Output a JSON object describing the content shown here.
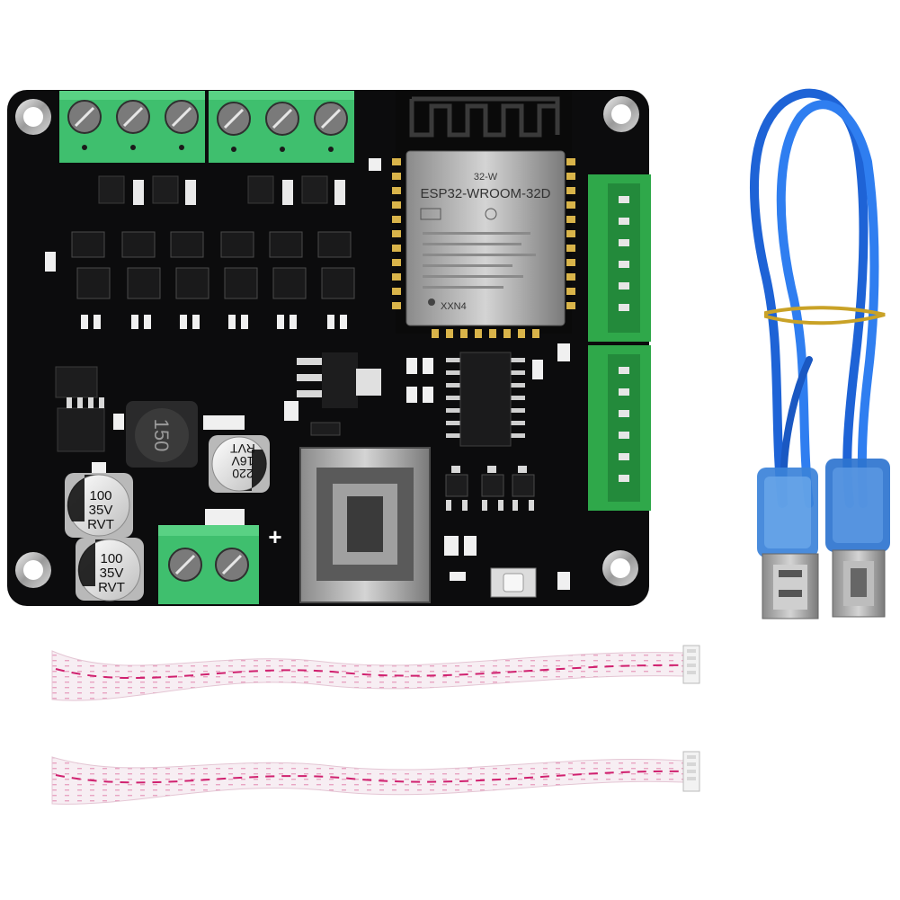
{
  "module": {
    "line1": "32-W",
    "line2": "ESP32-WROOM-32D",
    "tag": "XXN4"
  },
  "capacitors": [
    {
      "value": "100",
      "voltage": "35V",
      "brand": "RVT"
    },
    {
      "value": "100",
      "voltage": "35V",
      "brand": "RVT"
    },
    {
      "value": "220",
      "voltage": "16V",
      "brand": "RVT"
    }
  ],
  "inductor": {
    "marking": "150"
  },
  "power_polarity": "+",
  "colors": {
    "pcb": "#0c0c0d",
    "terminal": "#3fbf6e",
    "header": "#2fa84a",
    "usb_cable": "#1e63d6",
    "ribbon_stripe": "#d0216f"
  },
  "icons": [
    "antenna-icon",
    "usb-cable-icon",
    "ribbon-cable-icon"
  ]
}
